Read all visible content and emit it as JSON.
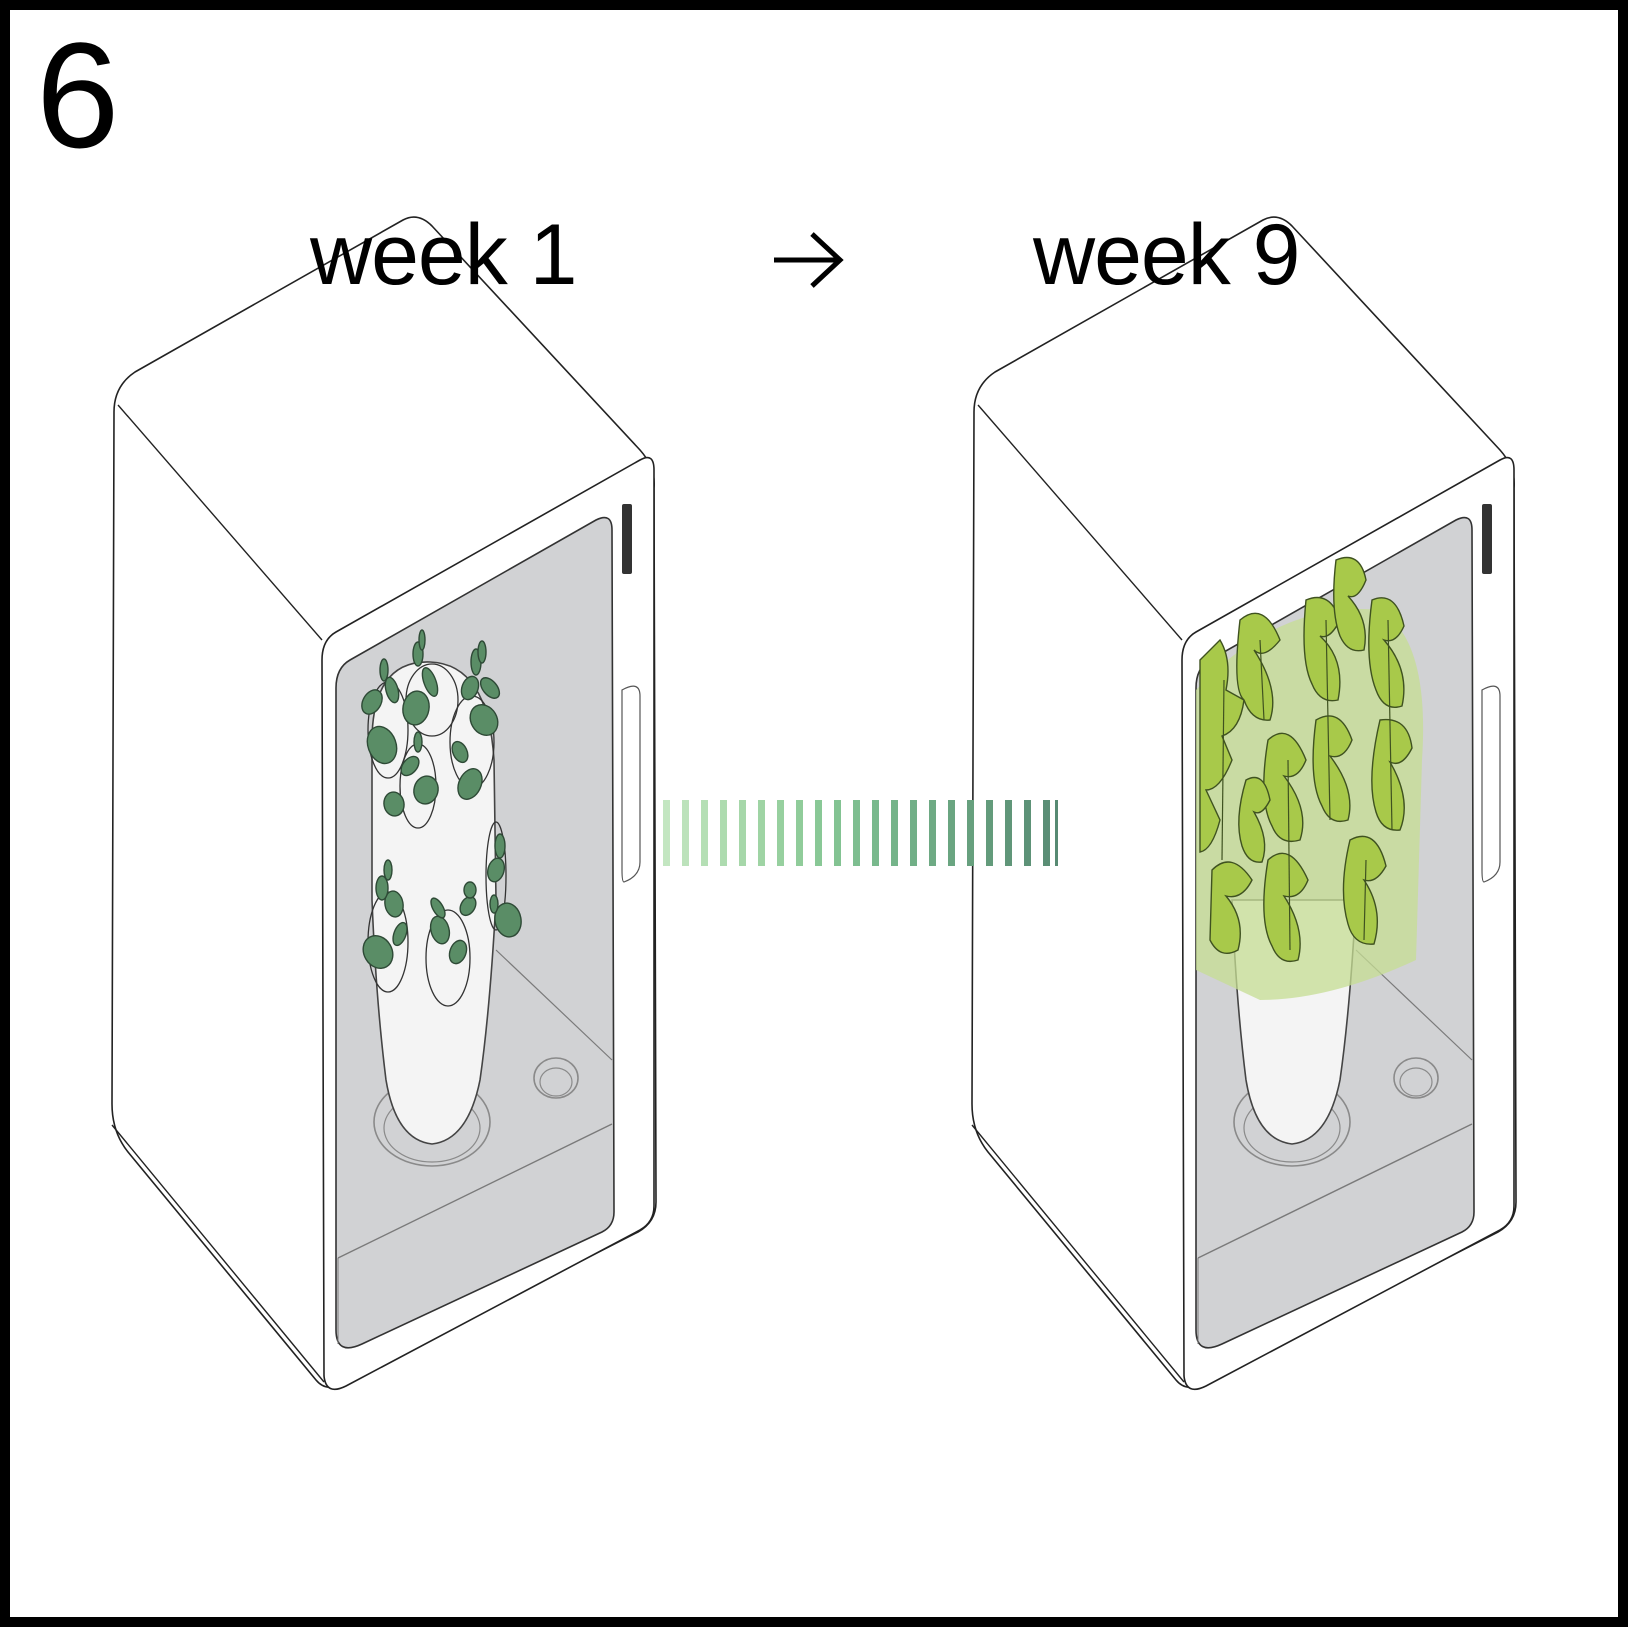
{
  "step_number": "6",
  "stages": [
    {
      "label": "week 1",
      "growth": "seedlings"
    },
    {
      "label": "week 9",
      "growth": "full-grown"
    }
  ],
  "arrow_icon": "right-arrow-icon",
  "colors": {
    "frame": "#000000",
    "cabinet_fill": "#ffffff",
    "window_fill": "#d1d2d4",
    "tower_fill": "#f4f4f4",
    "seedling_green": "#5a8d66",
    "mature_green": "#a8c94a",
    "gradient_start": "#b9e2b7",
    "gradient_end": "#5c9b78"
  }
}
